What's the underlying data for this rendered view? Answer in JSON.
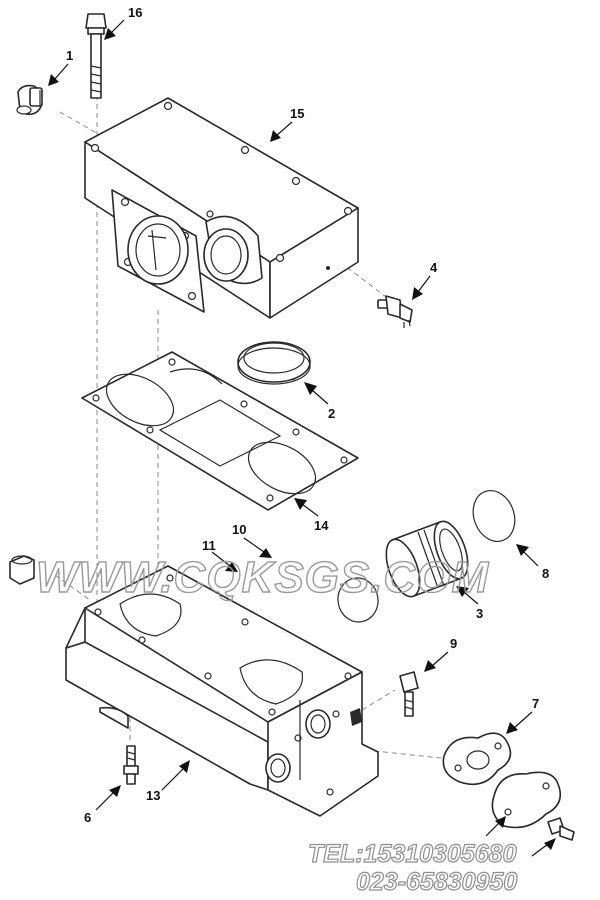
{
  "callouts": [
    {
      "id": "c1",
      "label": "1"
    },
    {
      "id": "c2",
      "label": "2"
    },
    {
      "id": "c3",
      "label": "3"
    },
    {
      "id": "c4",
      "label": "4"
    },
    {
      "id": "c6",
      "label": "6"
    },
    {
      "id": "c7",
      "label": "7"
    },
    {
      "id": "c8",
      "label": "8"
    },
    {
      "id": "c9",
      "label": "9"
    },
    {
      "id": "c10",
      "label": "10"
    },
    {
      "id": "c11",
      "label": "11"
    },
    {
      "id": "c13",
      "label": "13"
    },
    {
      "id": "c14",
      "label": "14"
    },
    {
      "id": "c15",
      "label": "15"
    },
    {
      "id": "c16",
      "label": "16"
    }
  ],
  "watermark": {
    "site": "WWW.CQKSGS.COM",
    "tel": "TEL:15310305680",
    "phone": "023-65830950"
  }
}
